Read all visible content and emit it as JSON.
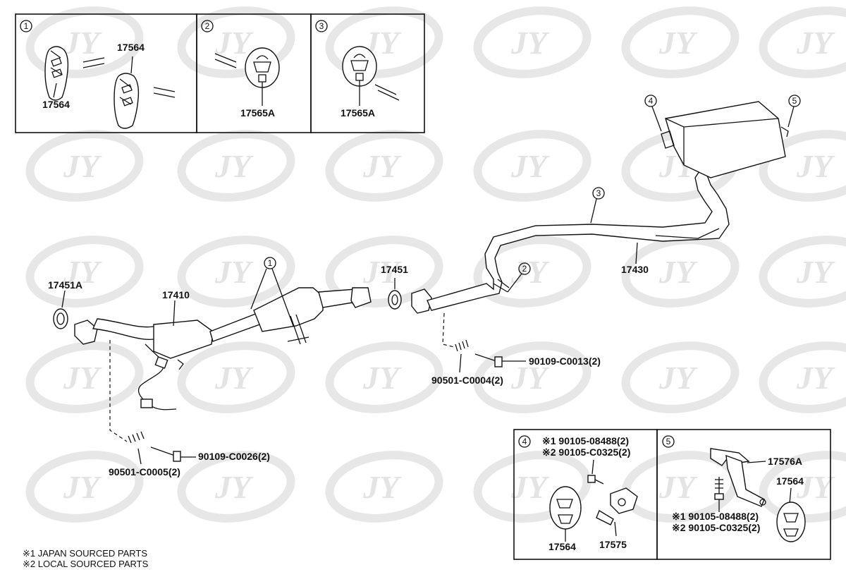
{
  "watermark": {
    "text": "JY"
  },
  "insets": [
    {
      "num": "1",
      "labels": [
        "17564",
        "17564"
      ]
    },
    {
      "num": "2",
      "labels": [
        "17565A"
      ]
    },
    {
      "num": "3",
      "labels": [
        "17565A"
      ]
    },
    {
      "num": "4",
      "labels": [
        "※1  90105-08488(2)",
        "※2  90105-C0325(2)",
        "17564",
        "17575"
      ]
    },
    {
      "num": "5",
      "labels": [
        "17576A",
        "17564",
        "※1  90105-08488(2)",
        "※2  90105-C0325(2)"
      ]
    }
  ],
  "main": {
    "labels": {
      "p17451A": "17451A",
      "p17410": "17410",
      "p17451": "17451",
      "p17430": "17430",
      "b1": "90109-C0013(2)",
      "s1": "90501-C0004(2)",
      "b2": "90109-C0026(2)",
      "s2": "90501-C0005(2)"
    },
    "callouts": {
      "c1": "1",
      "c2": "2",
      "c3": "3",
      "c4": "4",
      "c5": "5"
    }
  },
  "legend": {
    "line1": "※1  JAPAN SOURCED PARTS",
    "line2": "※2  LOCAL SOURCED PARTS"
  }
}
